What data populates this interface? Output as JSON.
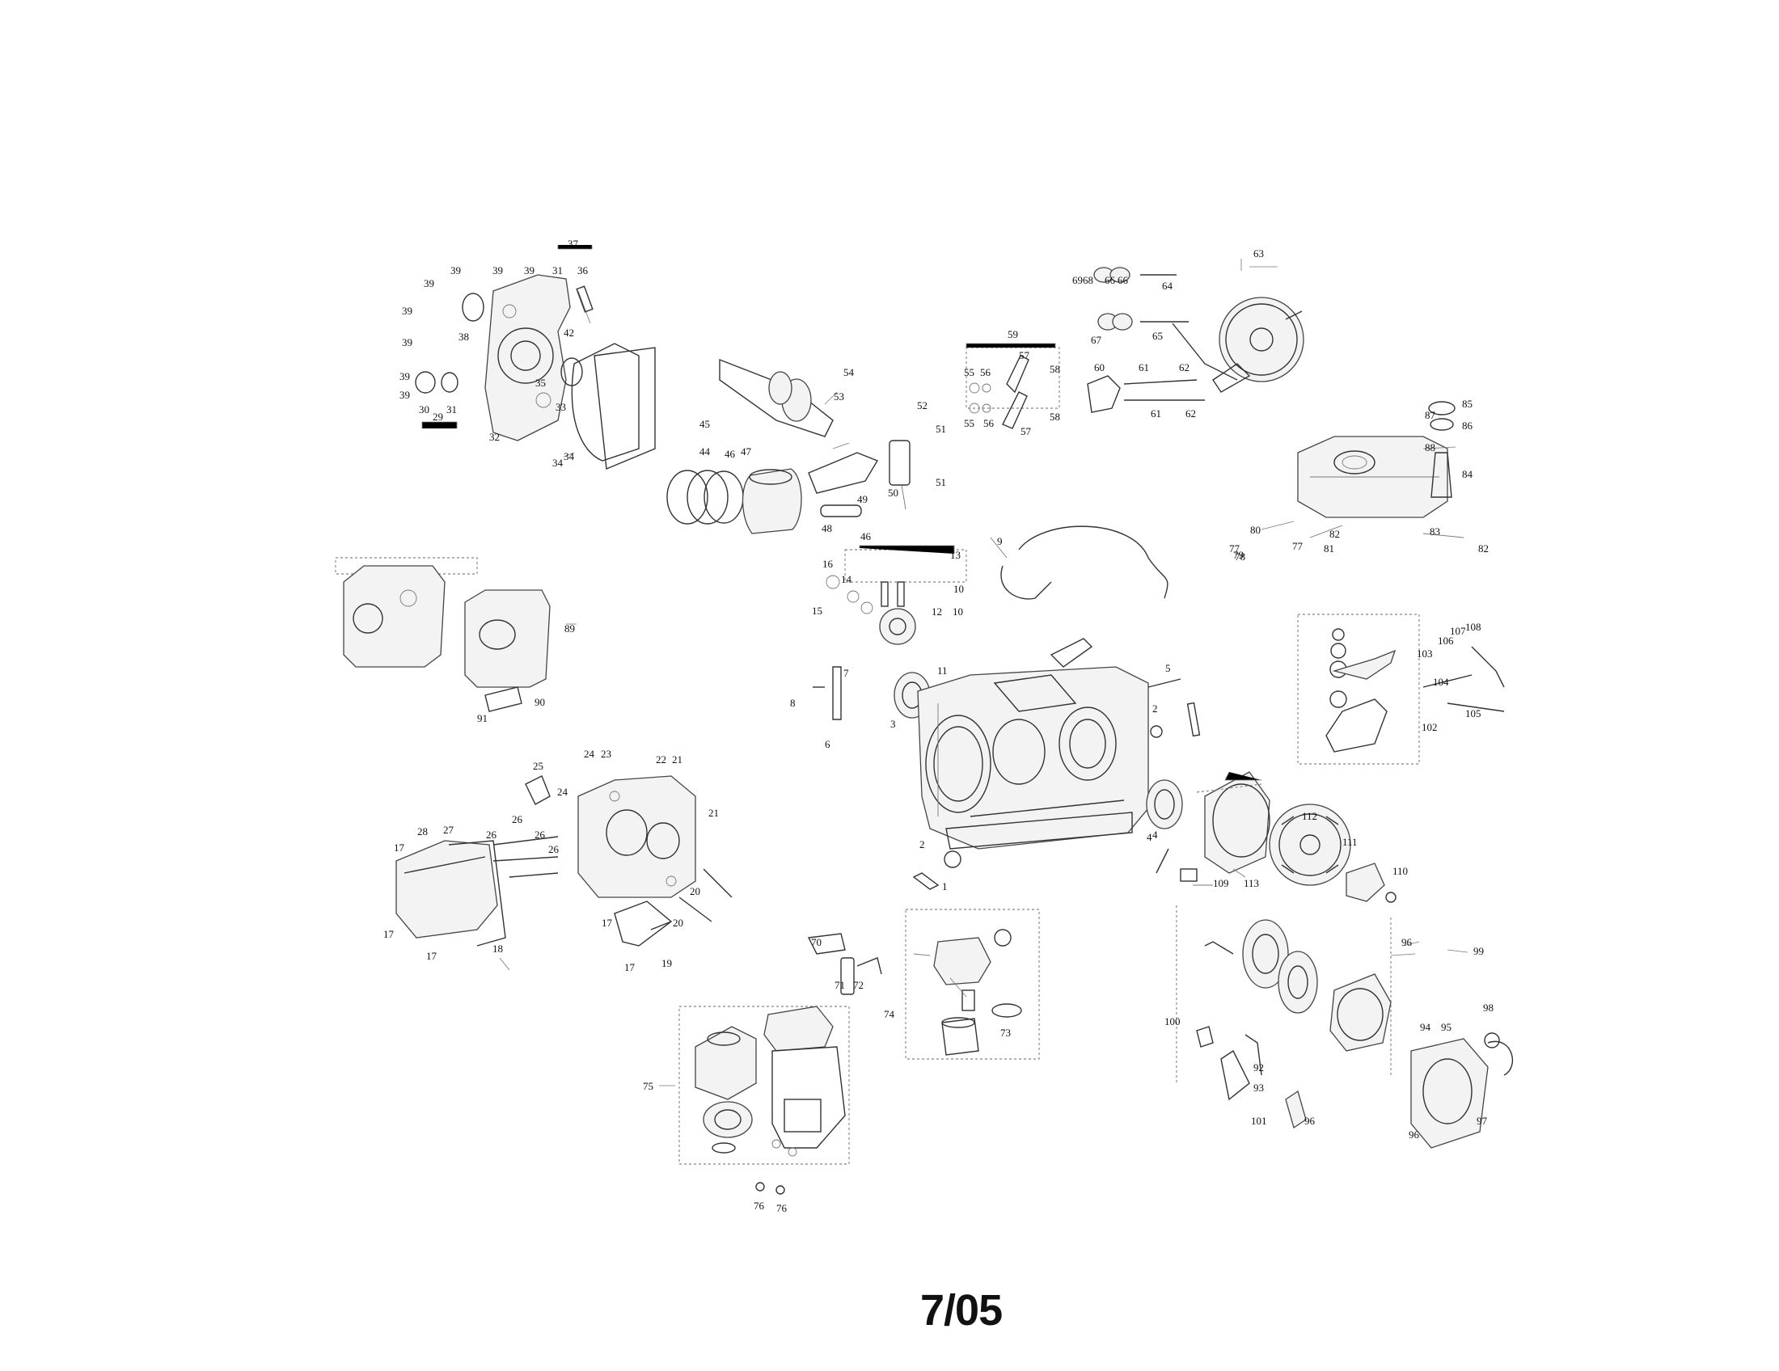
{
  "page": {
    "date_code": "7/05"
  },
  "callouts": [
    "1",
    "2",
    "2",
    "3",
    "4",
    "4",
    "5",
    "6",
    "7",
    "8",
    "9",
    "10",
    "10",
    "11",
    "12",
    "13",
    "14",
    "15",
    "16",
    "17",
    "17",
    "17",
    "17",
    "17",
    "18",
    "19",
    "20",
    "20",
    "21",
    "21",
    "22",
    "23",
    "24",
    "24",
    "25",
    "26",
    "26",
    "26",
    "26",
    "27",
    "28",
    "29",
    "30",
    "31",
    "31",
    "32",
    "33",
    "34",
    "34",
    "35",
    "36",
    "37",
    "38",
    "39",
    "39",
    "39",
    "39",
    "39",
    "39",
    "39",
    "39",
    "42",
    "44",
    "45",
    "46",
    "46",
    "47",
    "48",
    "49",
    "50",
    "51",
    "51",
    "52",
    "53",
    "54",
    "55",
    "55",
    "56",
    "56",
    "57",
    "57",
    "58",
    "58",
    "59",
    "60",
    "61",
    "61",
    "62",
    "62",
    "63",
    "64",
    "65",
    "66",
    "66",
    "67",
    "6968",
    "70",
    "71",
    "72",
    "73",
    "74",
    "75",
    "76",
    "76",
    "77",
    "77",
    "78",
    "79",
    "80",
    "81",
    "82",
    "82",
    "83",
    "84",
    "85",
    "86",
    "87",
    "88",
    "89",
    "90",
    "91",
    "92",
    "93",
    "94",
    "95",
    "96",
    "96",
    "96",
    "97",
    "98",
    "99",
    "100",
    "101",
    "102",
    "103",
    "104",
    "105",
    "106",
    "107",
    "108",
    "109",
    "110",
    "111",
    "112",
    "113"
  ]
}
